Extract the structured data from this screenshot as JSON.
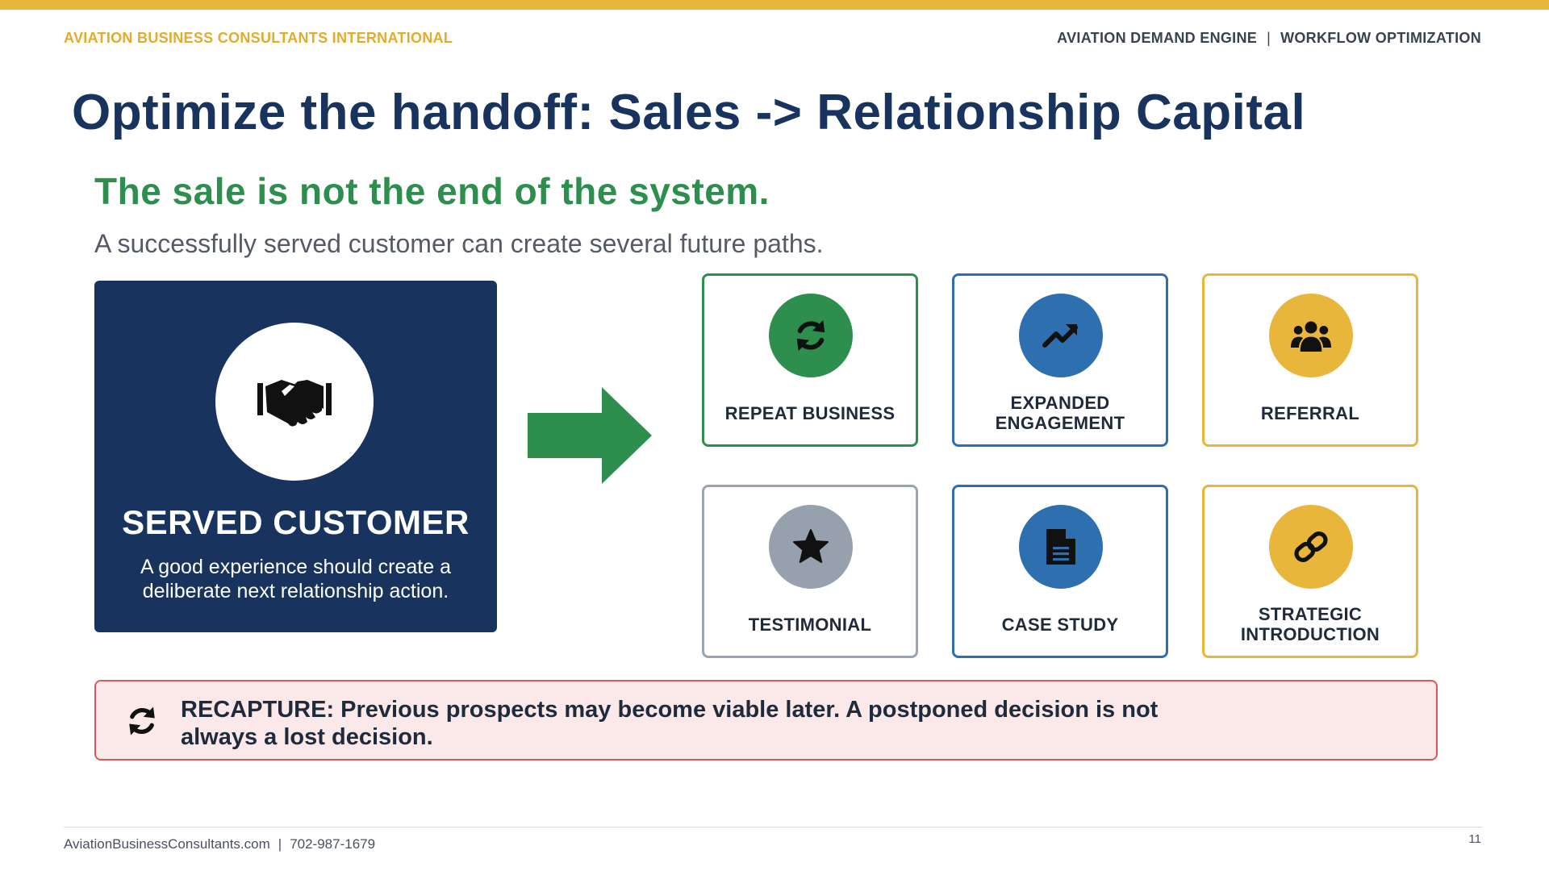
{
  "header": {
    "brand": "AVIATION BUSINESS CONSULTANTS INTERNATIONAL",
    "section_left": "AVIATION DEMAND ENGINE",
    "separator": "|",
    "section_right": "WORKFLOW OPTIMIZATION"
  },
  "slide": {
    "title": "Optimize the handoff: Sales -> Relationship Capital",
    "subtitle": "The sale is not the end of the system.",
    "lead": "A successfully served customer can create several future paths."
  },
  "customer": {
    "icon": "handshake-icon",
    "title": "SERVED CUSTOMER",
    "description": "A good experience should create a deliberate next relationship action."
  },
  "paths": [
    {
      "label": "REPEAT BUSINESS",
      "icon": "refresh-icon",
      "color": "#2d8e4e"
    },
    {
      "label": "EXPANDED ENGAGEMENT",
      "icon": "trend-up-icon",
      "color": "#2e6fb0"
    },
    {
      "label": "REFERRAL",
      "icon": "people-group-icon",
      "color": "#e9b63c"
    },
    {
      "label": "TESTIMONIAL",
      "icon": "star-icon",
      "color": "#97a0ad"
    },
    {
      "label": "CASE STUDY",
      "icon": "document-icon",
      "color": "#2e6fb0"
    },
    {
      "label": "STRATEGIC INTRODUCTION",
      "icon": "link-icon",
      "color": "#e9b63c"
    }
  ],
  "recapture": {
    "icon": "refresh-icon",
    "text": "RECAPTURE: Previous prospects may become viable later. A postponed decision is not always a lost decision."
  },
  "footer": {
    "website": "AviationBusinessConsultants.com",
    "separator": "|",
    "phone": "702-987-1679",
    "page_number": "11"
  },
  "colors": {
    "navy": "#17335e",
    "green": "#2d8e4e",
    "gold": "#e9b63c",
    "blue": "#2e6fb0",
    "alert_bg": "#fbe8e8",
    "alert_border": "#e0555b"
  }
}
